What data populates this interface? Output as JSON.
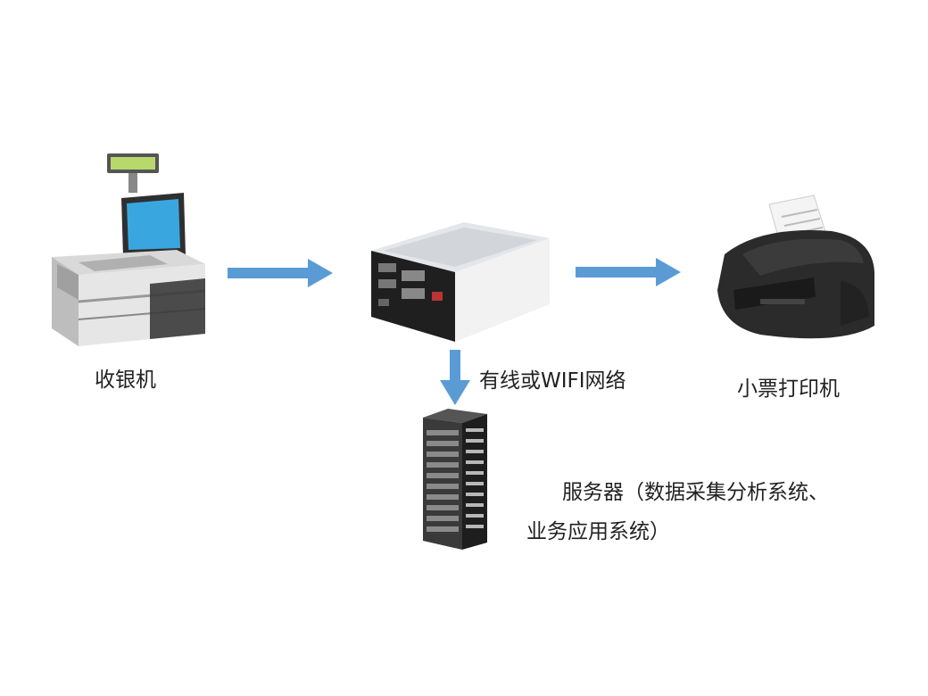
{
  "nodes": {
    "pos": {
      "label": "收银机",
      "icon": "cash-register-icon"
    },
    "box": {
      "icon": "network-box-icon"
    },
    "printer": {
      "label": "小票打印机",
      "icon": "receipt-printer-icon"
    },
    "server": {
      "icon": "server-rack-icon",
      "desc_line1": "服务器（数据采集分析系统、",
      "desc_line2": "业务应用系统）"
    }
  },
  "edges": {
    "box_to_server_label": "有线或WIFI网络"
  },
  "colors": {
    "arrow": "#5b9bd5",
    "device_dark": "#2b2b2b",
    "screen_blue": "#3aa6e0",
    "display_green": "#b7d86b"
  }
}
